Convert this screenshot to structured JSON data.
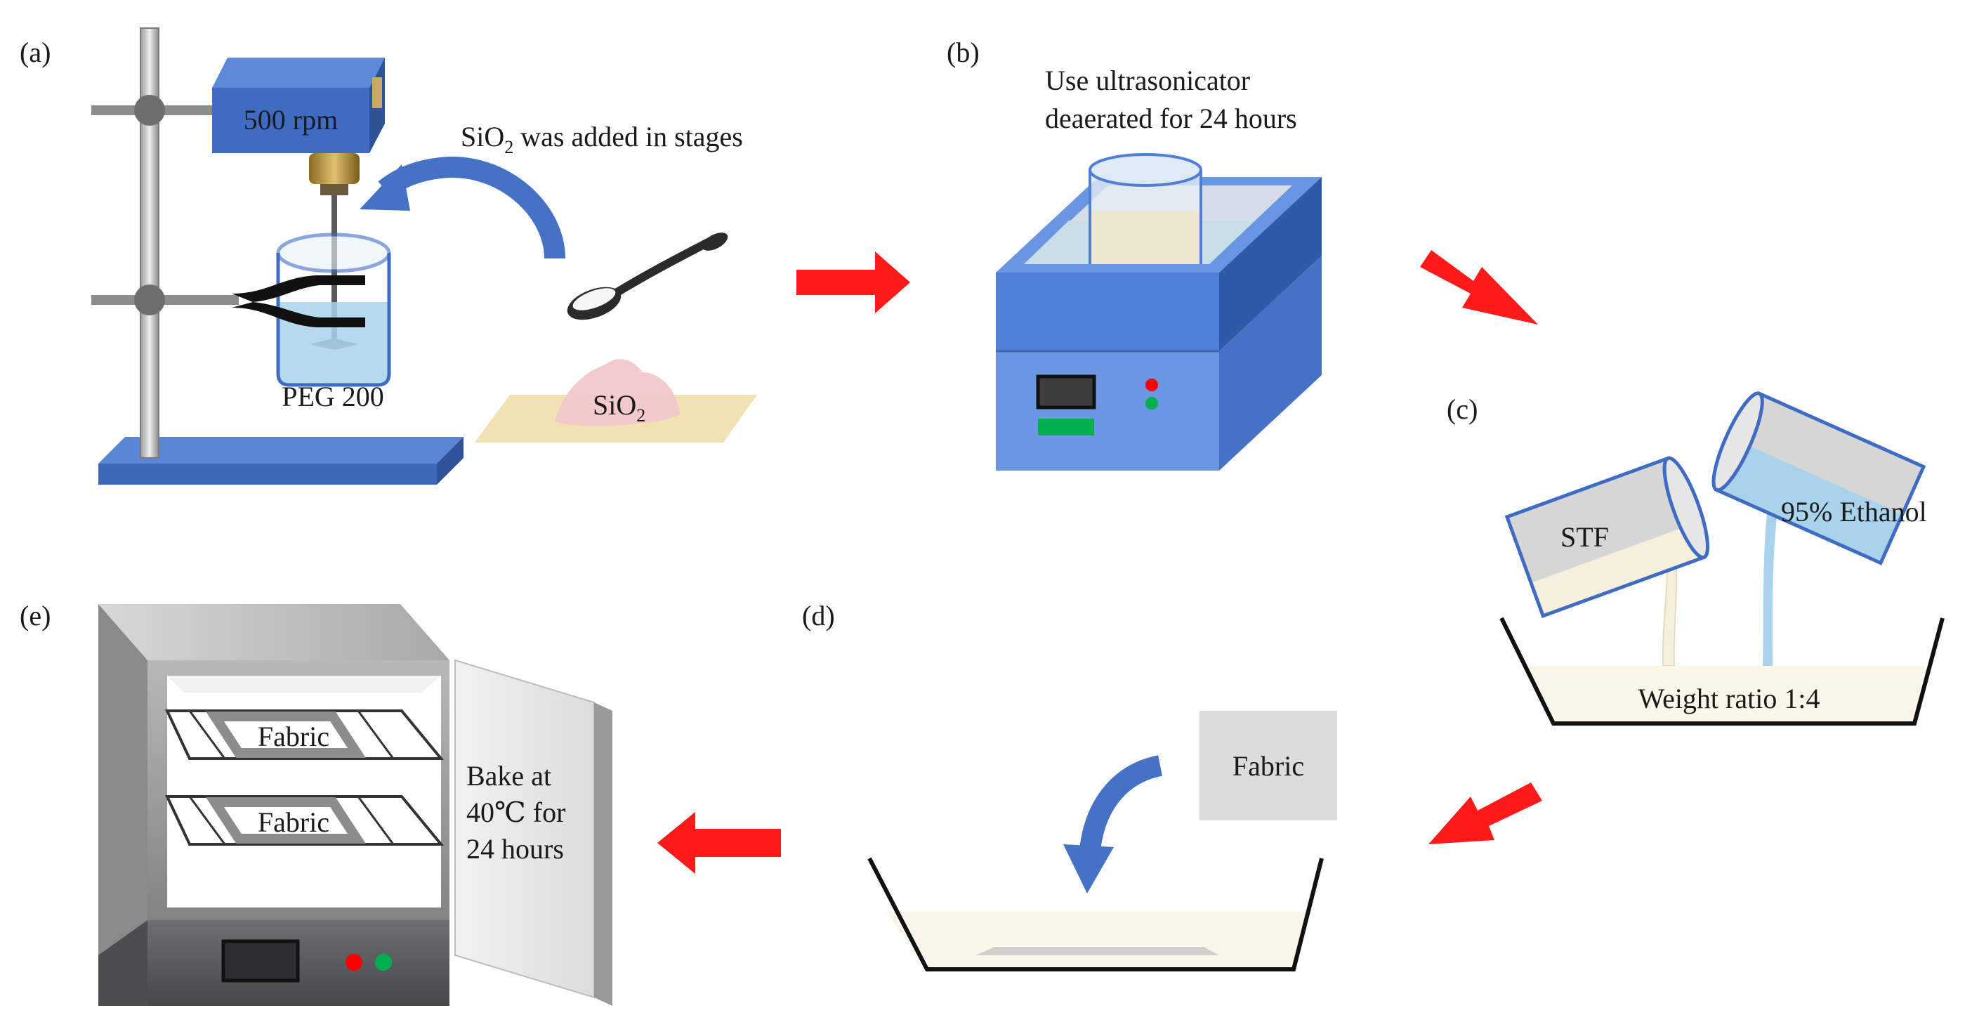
{
  "panels": {
    "a": "(a)",
    "b": "(b)",
    "c": "(c)",
    "d": "(d)",
    "e": "(e)"
  },
  "stage_a": {
    "stirrer_speed": "500 rpm",
    "addition_note_prefix": "SiO",
    "addition_note_sub": "2",
    "addition_note_suffix": " was added in stages",
    "beaker_label": "PEG 200",
    "powder_label_prefix": "SiO",
    "powder_label_sub": "2"
  },
  "stage_b": {
    "caption_line1": "Use ultrasonicator",
    "caption_line2": "deaerated for 24 hours"
  },
  "stage_c": {
    "beaker_left": "STF",
    "beaker_right": "95% Ethanol",
    "basin_label": "Weight ratio 1:4"
  },
  "stage_d": {
    "fabric_label": "Fabric"
  },
  "stage_e": {
    "shelf_top_label": "Fabric",
    "shelf_bottom_label": "Fabric",
    "bake_line1": "Bake at",
    "bake_line2": "40℃ for",
    "bake_line3": "24 hours"
  },
  "colors": {
    "process_arrow": "#ff1a1a",
    "stage_arrow": "#4472c4",
    "equipment_blue": "#4f7fd6",
    "oven_gray": "#9a9a9a",
    "led_red": "#ff0000",
    "led_green": "#00b050",
    "stf_fluid": "#f5efdc",
    "ethanol_fluid": "#a9d3ea"
  }
}
